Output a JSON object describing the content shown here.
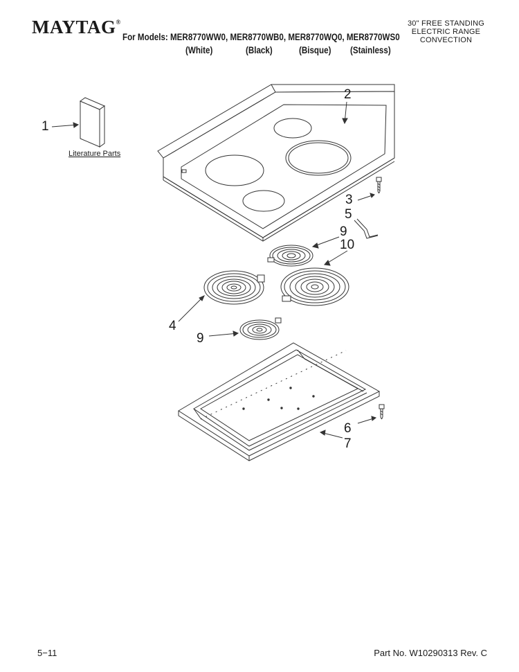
{
  "header": {
    "brand": "MAYTAG",
    "brand_mark": "®",
    "models_line": "For Models: MER8770WW0, MER8770WB0, MER8770WQ0, MER8770WS0",
    "colors": [
      "(White)",
      "(Black)",
      "(Bisque)",
      "(Stainless)"
    ],
    "product_type": [
      "30\" FREE STANDING",
      "ELECTRIC RANGE",
      "CONVECTION"
    ]
  },
  "callouts": {
    "c1": "1",
    "c2": "2",
    "c3": "3",
    "c4": "4",
    "c5": "5",
    "c6": "6",
    "c7": "7",
    "c9a": "9",
    "c9b": "9",
    "c10": "10"
  },
  "labels": {
    "literature_parts": "Literature Parts"
  },
  "footer": {
    "page": "5−11",
    "part_no": "Part No. W10290313 Rev. C"
  }
}
